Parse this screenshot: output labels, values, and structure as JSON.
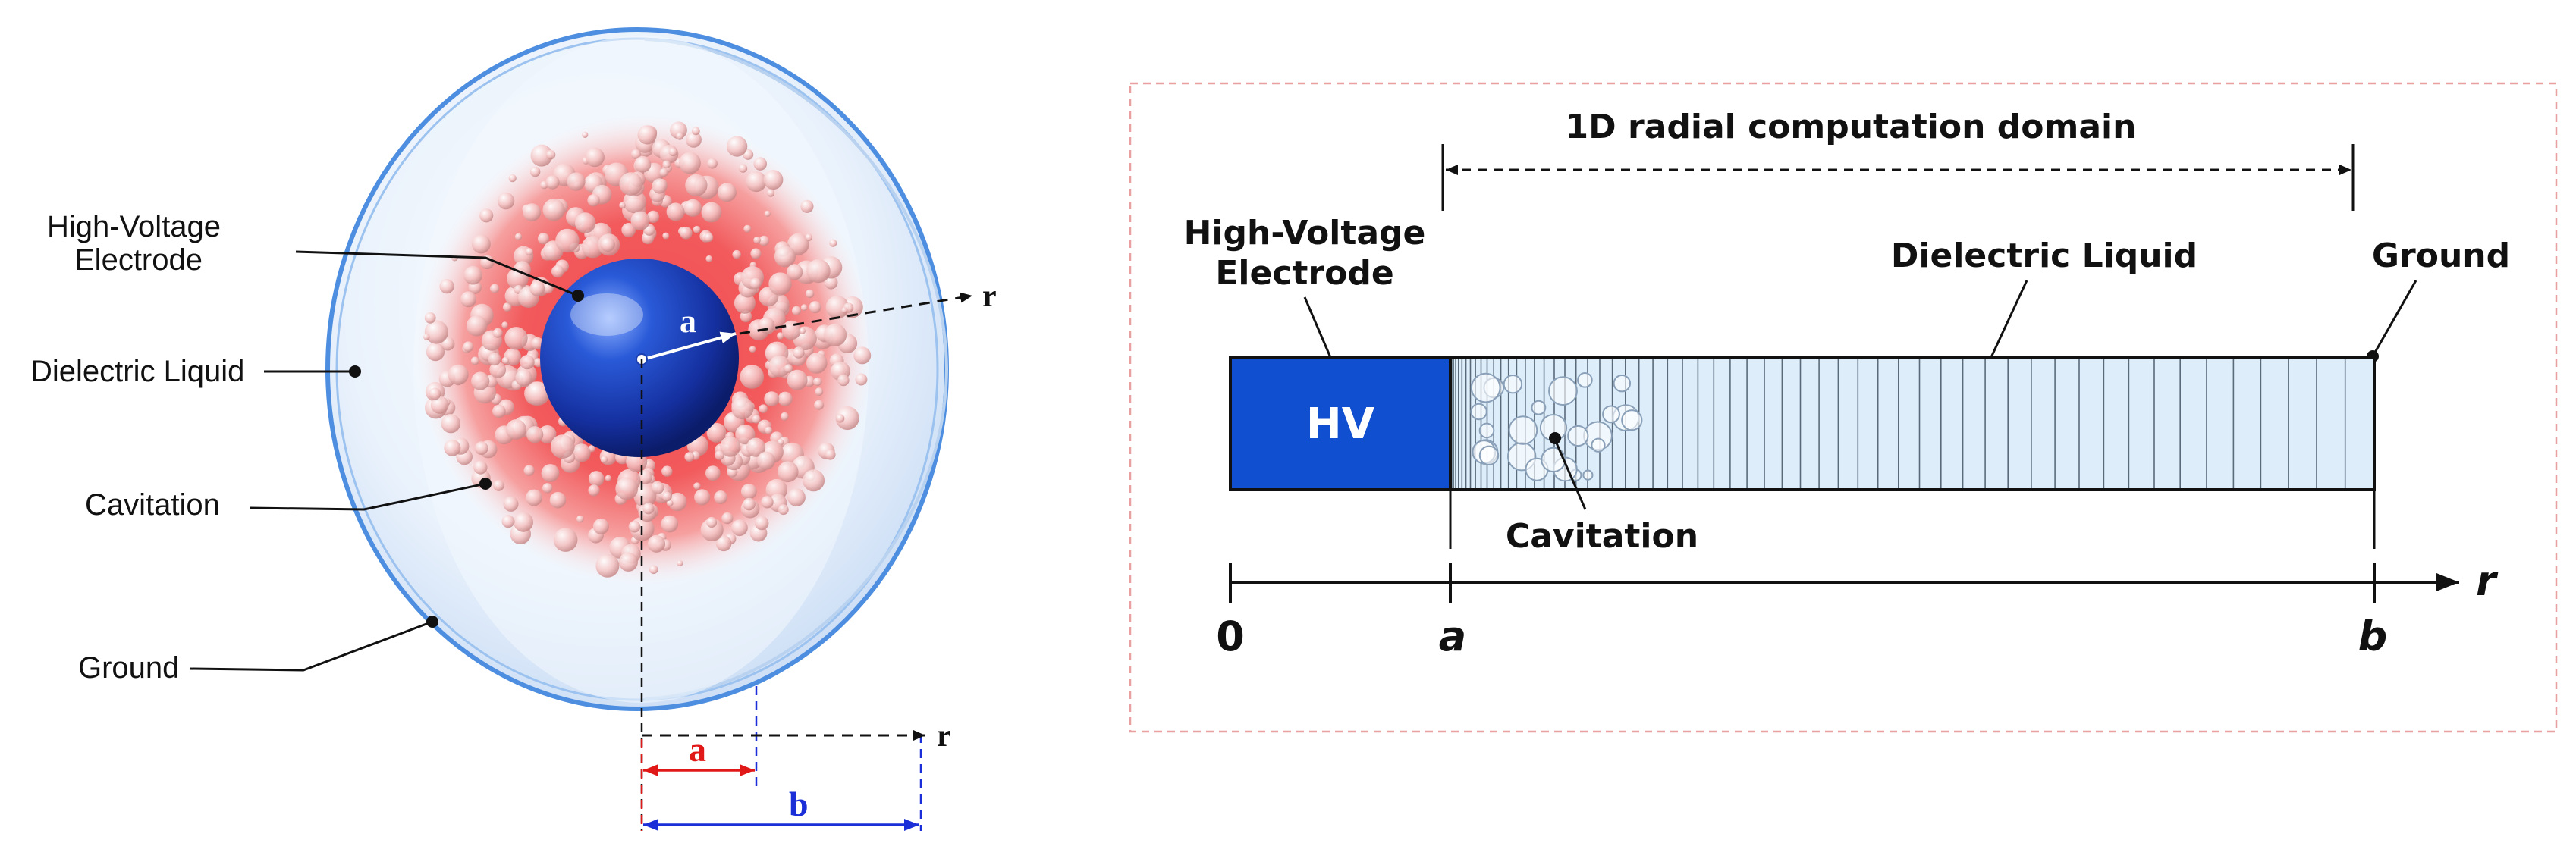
{
  "left_figure": {
    "labels": {
      "electrode": [
        "High-Voltage",
        "Electrode"
      ],
      "liquid": "Dielectric Liquid",
      "cavitation": "Cavitation",
      "ground": "Ground"
    },
    "radius_inner": "a",
    "axis_r": "r",
    "dim_a": "a",
    "dim_b": "b",
    "colors": {
      "electrode": "#1b3fb0",
      "cavitation": "#e8454a",
      "sphere_rim": "#4d8ee0",
      "dim_a": "#e01818",
      "dim_b": "#1a2fd8"
    }
  },
  "right_figure": {
    "title": "1D radial computation domain",
    "hv_label": "HV",
    "electrode": [
      "High-Voltage",
      "Electrode"
    ],
    "liquid": "Dielectric Liquid",
    "ground": "Ground",
    "cavitation": "Cavitation",
    "axis_r": "r",
    "ticks": [
      "0",
      "a",
      "b"
    ],
    "colors": {
      "hv": "#0f4fd0",
      "domain": "#ddeefa",
      "border": "#e8a0a0"
    }
  }
}
